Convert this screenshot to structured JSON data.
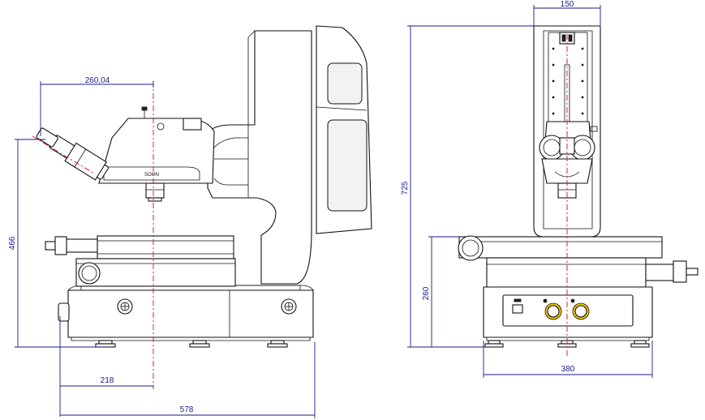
{
  "dimensions": {
    "side_eyepiece_reach": "260,04",
    "side_height": "466",
    "side_axis_offset": "218",
    "side_depth": "578",
    "front_column_width": "150",
    "front_total_height": "725",
    "front_stage_height": "260",
    "front_base_width": "380"
  },
  "labels": {
    "model_badge": "SOMN"
  },
  "colors": {
    "dimension_line": "#1a1a8c",
    "optical_axis": "#e02020",
    "knob": "#f3c400",
    "outline": "#111111"
  }
}
